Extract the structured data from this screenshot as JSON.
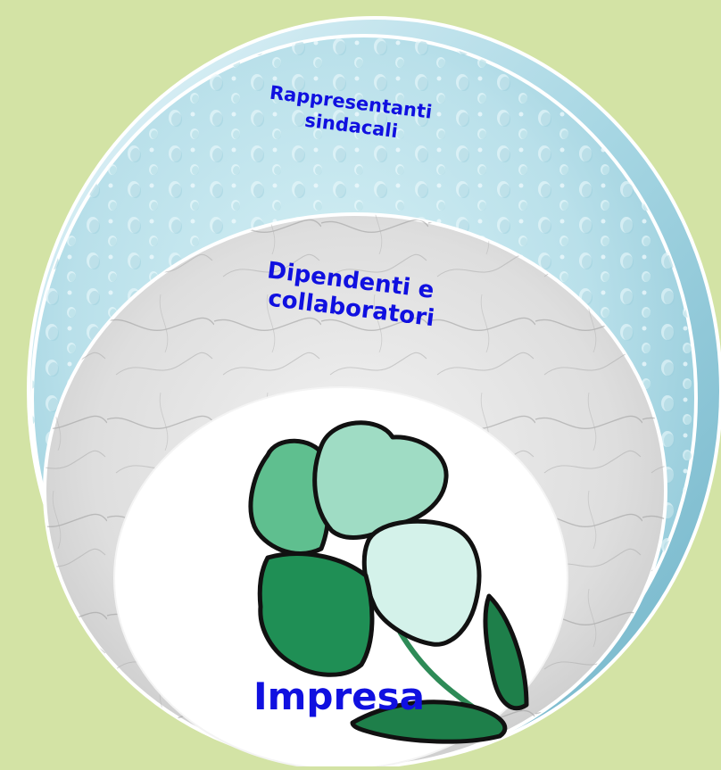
{
  "diagram": {
    "outer_ring_label": "Rappresentanti sindacali",
    "outer_ring_line1": "Rappresentanti",
    "outer_ring_line2": "sindacali",
    "middle_ring_line1": "Dipendenti e",
    "middle_ring_line2": "collaboratori",
    "core_label": "Impresa"
  },
  "colors": {
    "background": "#d3e3a5",
    "text": "#1010e0",
    "water": "#bfe3ec",
    "marble": "#e6e6e6",
    "core": "#ffffff",
    "clover_dark": "#1f8f55",
    "clover_mid": "#5fbf8f",
    "clover_light": "#9fdcc4",
    "clover_pale": "#d4f2ea"
  },
  "icons": [
    "clover-flower-icon"
  ]
}
